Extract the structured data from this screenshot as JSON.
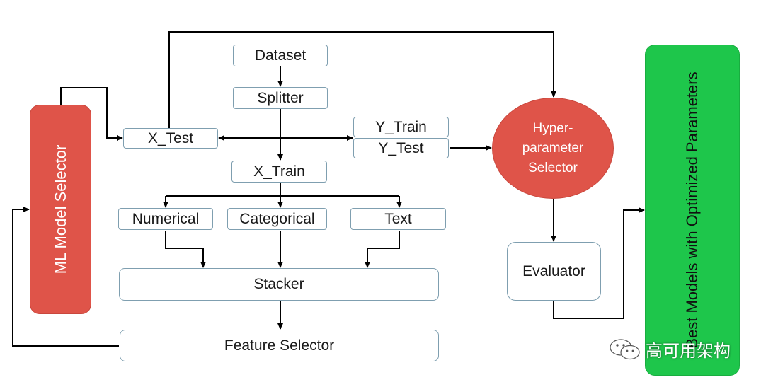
{
  "colors": {
    "red": "#df5449",
    "green": "#1ec64b",
    "box_border": "#7f9fb0",
    "line": "#000000"
  },
  "nodes": {
    "dataset": "Dataset",
    "splitter": "Splitter",
    "x_test": "X_Test",
    "y_train": "Y_Train",
    "y_test": "Y_Test",
    "x_train": "X_Train",
    "numerical": "Numerical",
    "categorical": "Categorical",
    "text": "Text",
    "stacker": "Stacker",
    "feature_selector": "Feature Selector",
    "ml_model_selector": "ML Model Selector",
    "hyperparameter_selector": {
      "line1": "Hyper-",
      "line2": "parameter",
      "line3": "Selector"
    },
    "evaluator": "Evaluator",
    "best_models": "Best Models with Optimized Parameters"
  },
  "watermark": {
    "icon": "wechat-icon",
    "text": "高可用架构"
  }
}
